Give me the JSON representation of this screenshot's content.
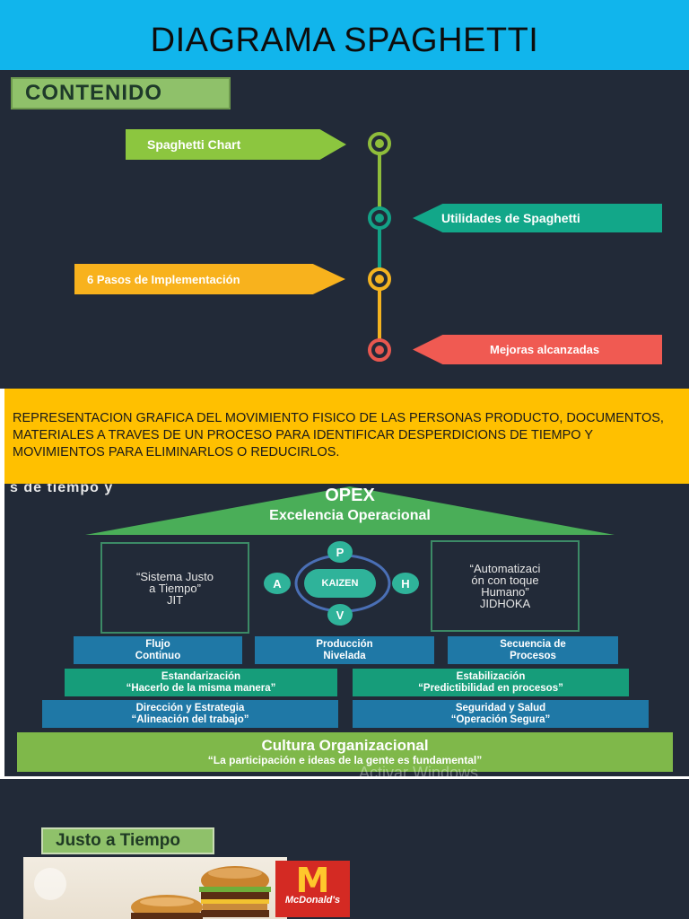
{
  "header": {
    "title": "DIAGRAMA SPAGHETTI"
  },
  "contenido": {
    "label": "CONTENIDO",
    "items": [
      {
        "label": "Spaghetti Chart",
        "color": "#8cc63f",
        "ring": "#8fbd3b"
      },
      {
        "label": "Utilidades de Spaghetti",
        "color": "#12a789",
        "ring": "#13a186"
      },
      {
        "label": "6 Pasos de Implementación",
        "color": "#f8b21d",
        "ring": "#f3b320"
      },
      {
        "label": "Mejoras alcanzadas",
        "color": "#f05a52",
        "ring": "#e8574f"
      }
    ]
  },
  "definition": {
    "text": "REPRESENTACION GRAFICA DEL MOVIMIENTO FISICO DE LAS PERSONAS PRODUCTO, DOCUMENTOS, MATERIALES A TRAVES DE UN PROCESO PARA IDENTIFICAR  DESPERDICIONS DE TIEMPO Y MOVIMIENTOS PARA ELIMINARLOS O REDUCIRLOS."
  },
  "opex": {
    "partial_text": "s  de  tiempo  y",
    "title": "OPEX",
    "subtitle": "Excelencia Operacional",
    "left_pillar": [
      "“Sistema Justo",
      "a Tiempo”",
      "JIT"
    ],
    "right_pillar": [
      "“Automatizaci",
      "ón con toque",
      "Humano”",
      "JIDHOKA"
    ],
    "kaizen": {
      "center": "KAIZEN",
      "p": "P",
      "h": "H",
      "v": "V",
      "a": "A"
    },
    "row1": [
      [
        "Flujo",
        "Continuo"
      ],
      [
        "Producción",
        "Nivelada"
      ],
      [
        "Secuencia de",
        "Procesos"
      ]
    ],
    "row2": [
      [
        "Estandarización",
        "“Hacerlo de la misma manera”"
      ],
      [
        "Estabilización",
        "“Predictibilidad en procesos”"
      ]
    ],
    "row3": [
      [
        "Dirección y Estrategia",
        "“Alineación del trabajo”"
      ],
      [
        "Seguridad y Salud",
        "“Operación Segura”"
      ]
    ],
    "base": [
      "Cultura Organizacional",
      "“La participación e ideas de la gente es fundamental”"
    ],
    "watermark": "Activar Windows"
  },
  "jit": {
    "label": "Justo a Tiempo",
    "logo_text": "McDonald's"
  }
}
